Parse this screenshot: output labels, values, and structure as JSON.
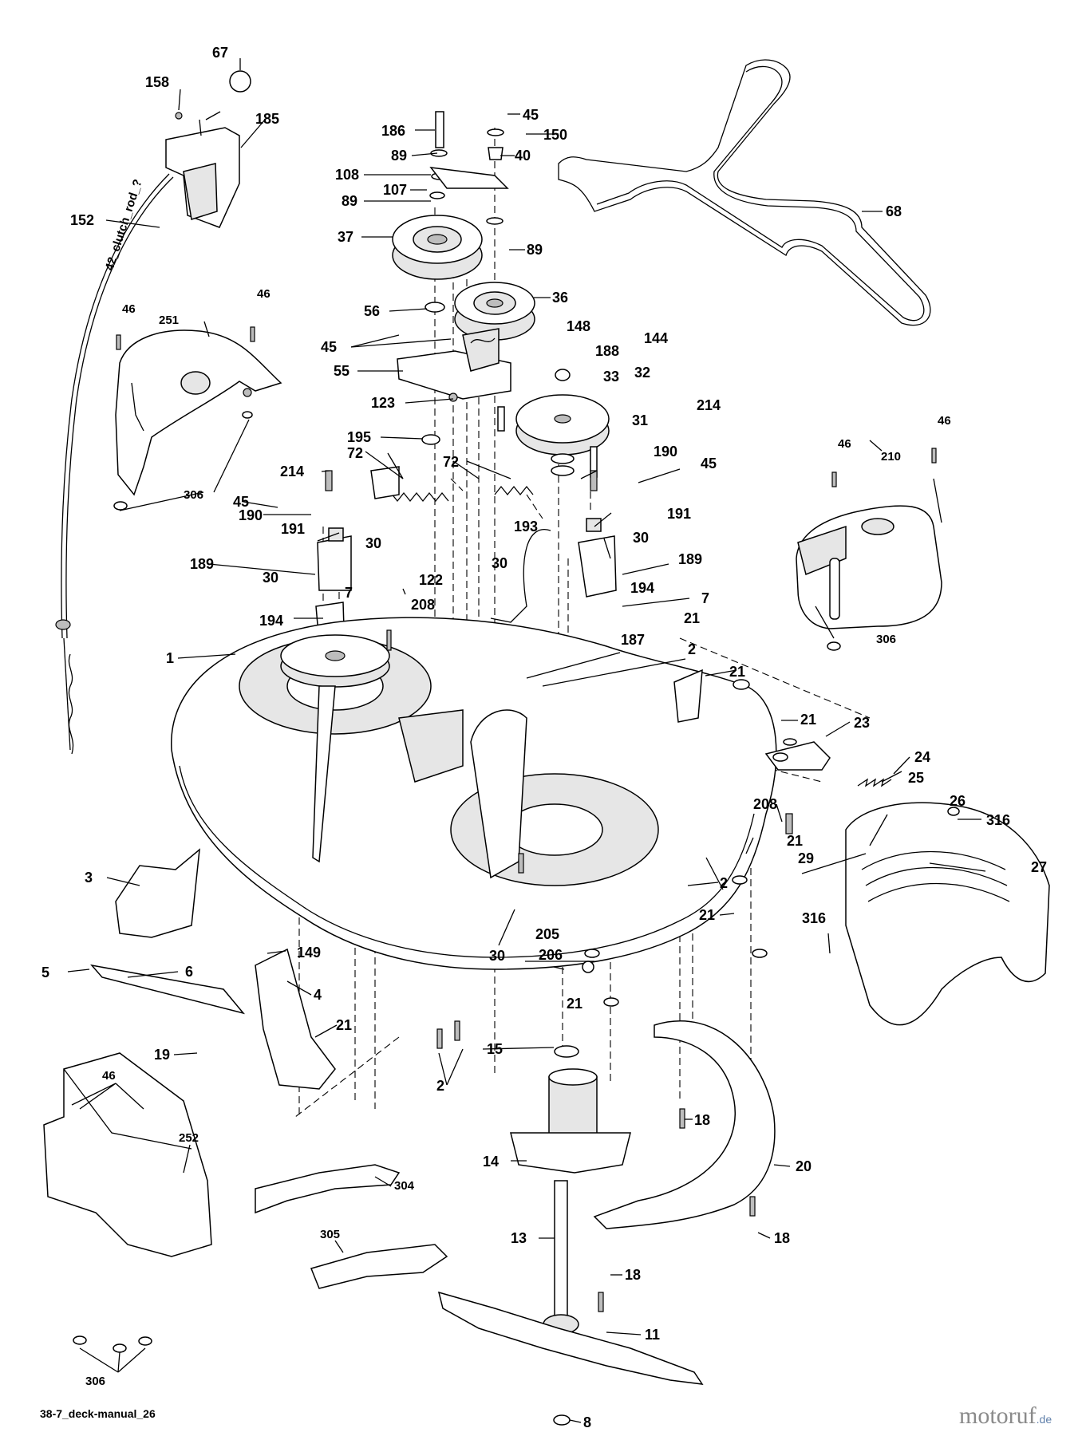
{
  "diagram": {
    "page_code": "38-7_deck-manual_26",
    "watermark": "motoruf",
    "watermark_suffix": ".de",
    "cable_label": "42_clutch_rod_?",
    "callouts": {
      "c67": "67",
      "c158": "158",
      "c185": "185",
      "c152": "152",
      "c186": "186",
      "c45a": "45",
      "c150": "150",
      "c89a": "89",
      "c40": "40",
      "c108": "108",
      "c107": "107",
      "c89b": "89",
      "c37": "37",
      "c89c": "89",
      "c68": "68",
      "c56": "56",
      "c36": "36",
      "c46a": "46",
      "c46b": "46",
      "c251": "251",
      "c148": "148",
      "c144": "144",
      "c45b": "45",
      "c188": "188",
      "c55": "55",
      "c33": "33",
      "c32": "32",
      "c123": "123",
      "c214a": "214",
      "c31": "31",
      "c195": "195",
      "c72a": "72",
      "c214b": "214",
      "c72b": "72",
      "c190a": "190",
      "c45c": "45",
      "c306a": "306",
      "c45d": "45",
      "c46c": "46",
      "c46d": "46",
      "c210": "210",
      "c190b": "190",
      "c191a": "191",
      "c191b": "191",
      "c30a": "30",
      "c193": "193",
      "c30b": "30",
      "c189a": "189",
      "c189b": "189",
      "c30c": "30",
      "c122": "122",
      "c30d": "30",
      "c194a": "194",
      "c194b": "194",
      "c7a": "7",
      "c208a": "208",
      "c7b": "7",
      "c21a": "21",
      "c306b": "306",
      "c1": "1",
      "c187": "187",
      "c2a": "2",
      "c21b": "21",
      "c21c": "21",
      "c23": "23",
      "c24": "24",
      "c25": "25",
      "c26": "26",
      "c208b": "208",
      "c316a": "316",
      "c3": "3",
      "c21d": "21",
      "c29": "29",
      "c27": "27",
      "c2b": "2",
      "c30e": "30",
      "c21e": "21",
      "c205": "205",
      "c206": "206",
      "c316b": "316",
      "c149": "149",
      "c5": "5",
      "c6": "6",
      "c4": "4",
      "c21f": "21",
      "c21g": "21",
      "c19": "19",
      "c15": "15",
      "c2c": "2",
      "c18a": "18",
      "c46e": "46",
      "c14": "14",
      "c252": "252",
      "c20": "20",
      "c304": "304",
      "c305": "305",
      "c13": "13",
      "c18b": "18",
      "c18c": "18",
      "c306c": "306",
      "c11": "11",
      "c8": "8"
    }
  }
}
